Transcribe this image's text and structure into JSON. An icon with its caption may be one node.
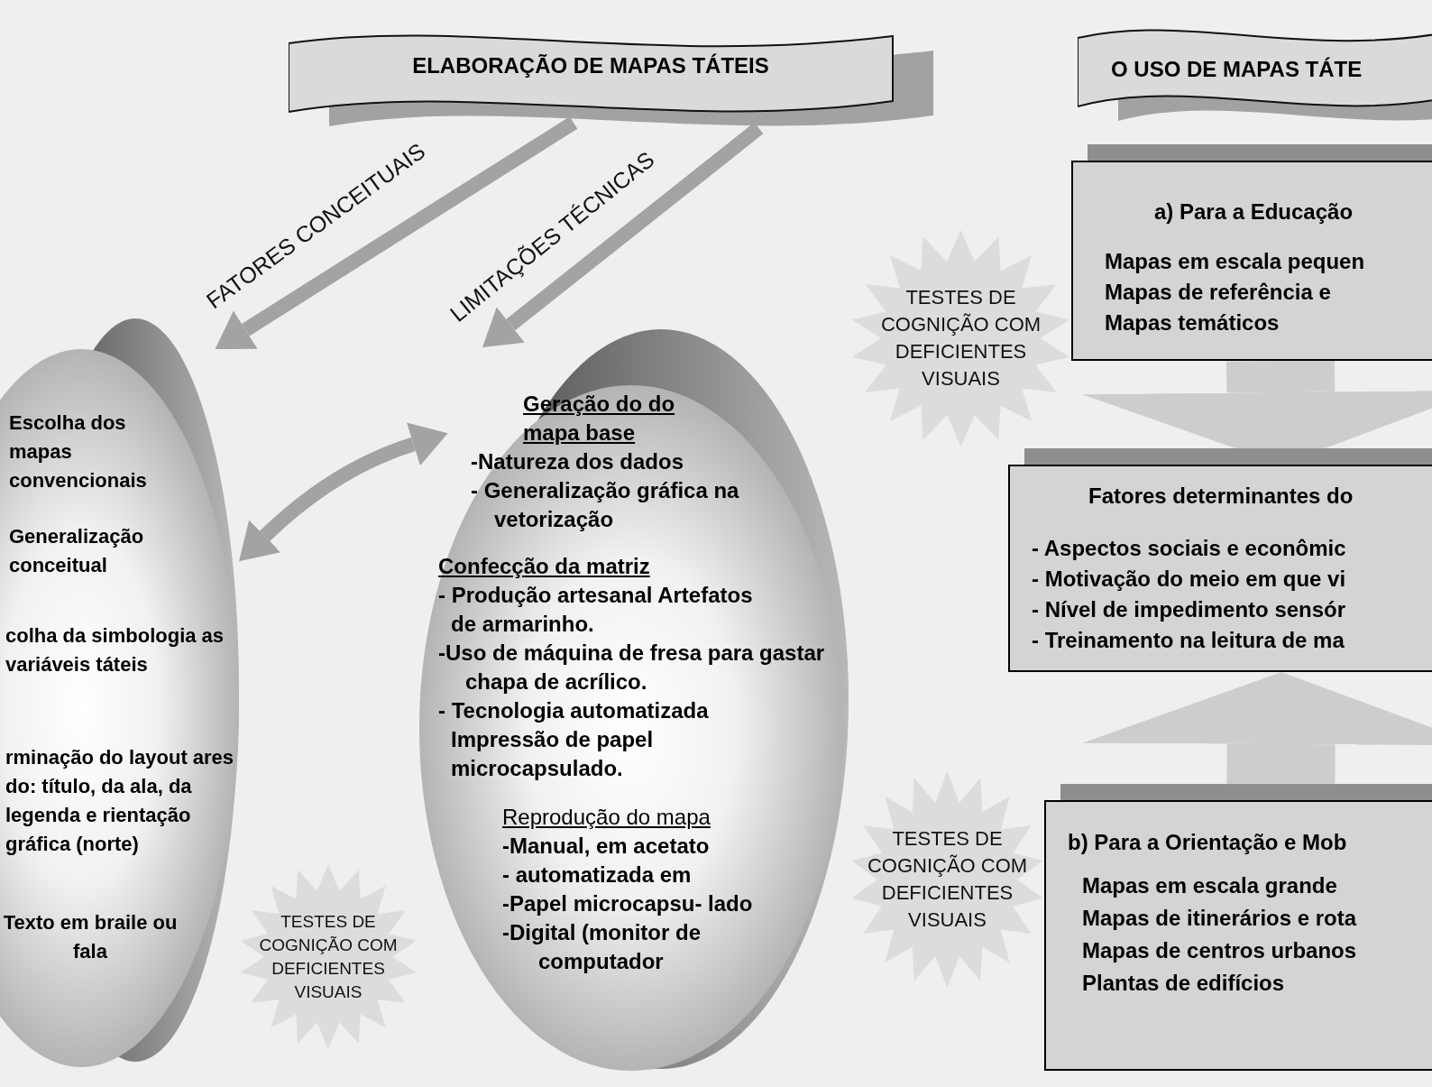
{
  "diagram": {
    "nodes": [
      {
        "text": [
          "ELABORAÇÃO DE MAPAS TÁTEIS"
        ]
      },
      {
        "text": [
          "O USO DE MAPAS TÁTE"
        ]
      },
      {
        "text": [
          "Escolha dos mapas convencionais",
          "Generalização conceitual",
          "colha da simbologia as variáveis táteis",
          "rminação do layout ares do: título, da ala, da legenda e rientação gráfica (norte)",
          "Texto em braile ou fala"
        ]
      },
      {
        "text": [
          "Geração do do mapa base",
          "-Natureza dos dados",
          "- Generalização gráfica na vetorização",
          "Confecção da matriz",
          "- Produção artesanal Artefatos de armarinho.",
          "-Uso de máquina de fresa para gastar chapa de acrílico.",
          "- Tecnologia automatizada Impressão de papel microcapsulado.",
          "Reprodução do mapa",
          "-Manual, em acetato",
          "- automatizada em",
          "-Papel microcapsu- lado",
          "-Digital (monitor de computador"
        ]
      },
      {
        "text": [
          "TESTES DE COGNIÇÃO COM DEFICIENTES VISUAIS"
        ]
      },
      {
        "text": [
          "TESTES DE COGNIÇÃO COM DEFICIENTES VISUAIS"
        ]
      },
      {
        "text": [
          "TESTES DE COGNIÇÃO COM DEFICIENTES VISUAIS"
        ]
      },
      {
        "text": [
          "a) Para a Educação",
          "Mapas em escala pequen",
          "Mapas de referência e",
          "Mapas temáticos"
        ]
      },
      {
        "text": [
          "Fatores determinantes do",
          "- Aspectos sociais e econômic",
          "- Motivação do meio em que vi",
          "- Nível de impedimento sensór",
          "- Treinamento na leitura de ma"
        ]
      },
      {
        "text": [
          "b) Para a Orientação e  Mob",
          "Mapas em escala grande",
          "Mapas de itinerários e rota",
          "Mapas de centros urbanos",
          "Plantas de edifícios"
        ]
      }
    ],
    "edges": [
      {
        "from": 0,
        "to": 2,
        "arrow": "to",
        "label": "FATORES CONCEITUAIS"
      },
      {
        "from": 0,
        "to": 3,
        "arrow": "to",
        "label": "LIMITAÇÕES TÉCNICAS"
      },
      {
        "from": 2,
        "to": 3,
        "arrow": "both"
      },
      {
        "from": 7,
        "to": 8,
        "arrow": "to",
        "style": "thick"
      },
      {
        "from": 9,
        "to": 8,
        "arrow": "to",
        "style": "thick"
      }
    ]
  }
}
